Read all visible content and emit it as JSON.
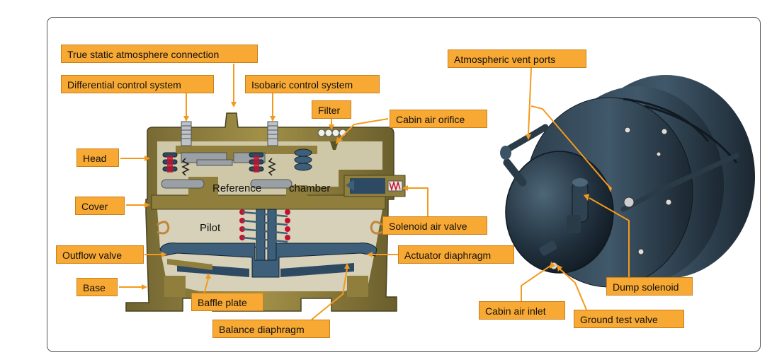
{
  "diagram": {
    "labels": {
      "true_static": "True static atmosphere connection",
      "differential": "Differential control system",
      "isobaric": "Isobaric control system",
      "filter": "Filter",
      "cabin_orifice": "Cabin air orifice",
      "head": "Head",
      "cover": "Cover",
      "outflow_valve": "Outflow valve",
      "base": "Base",
      "baffle_plate": "Baffle plate",
      "balance_diaphragm": "Balance diaphragm",
      "actuator_diaphragm": "Actuator diaphragm",
      "solenoid_air_valve": "Solenoid air valve",
      "atmospheric_vent_ports": "Atmospheric vent ports",
      "dump_solenoid": "Dump solenoid",
      "cabin_air_inlet": "Cabin air inlet",
      "ground_test_valve": "Ground test valve"
    },
    "inline_text": {
      "reference": "Reference",
      "chamber": "chamber",
      "pilot": "Pilot"
    },
    "colors": {
      "label_fill": "#f7a934",
      "leader_line": "#f39a1e",
      "housing": "#8a7a3a",
      "interior": "#d6d1b8",
      "diaphragm": "#3d5f7a",
      "spring_red": "#c8102e",
      "unit_body": "#1f2f3c"
    }
  }
}
